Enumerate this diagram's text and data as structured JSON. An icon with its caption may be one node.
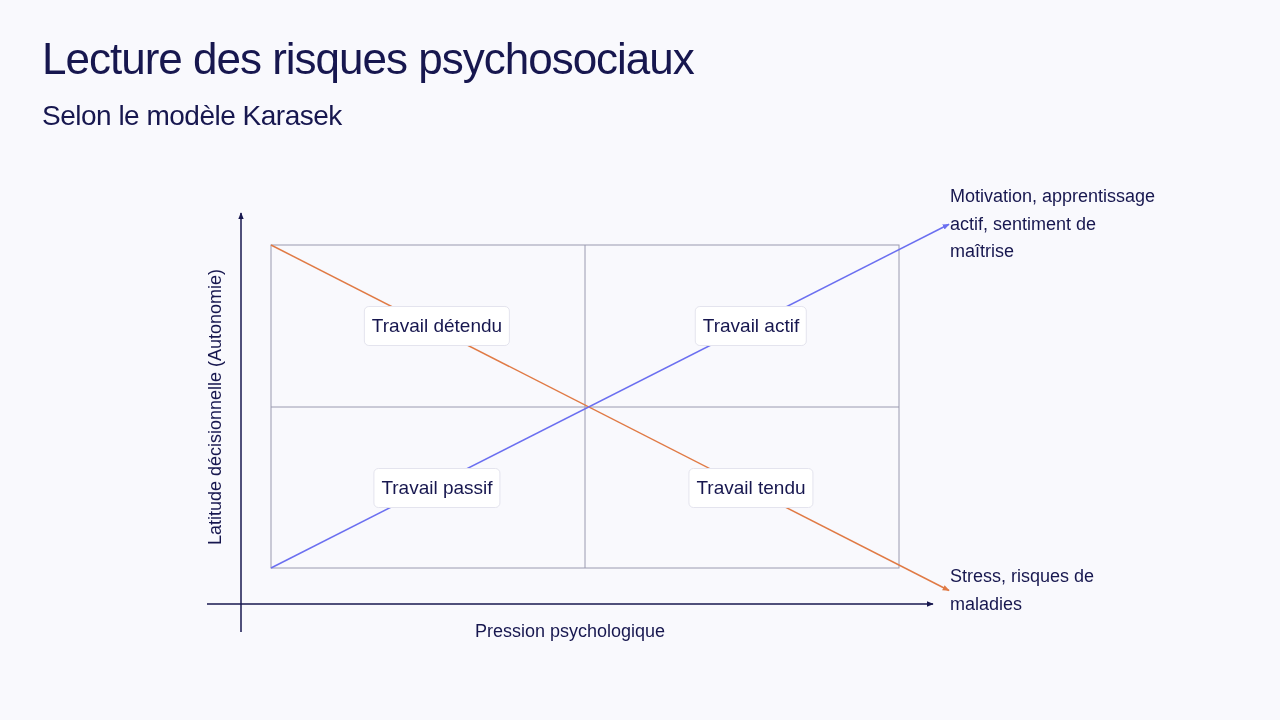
{
  "diagram": {
    "title": "Lecture des risques psychosociaux",
    "nodes": [
      {
        "text": [
          "Travail détendu"
        ]
      },
      {
        "text": [
          "Travail actif"
        ]
      },
      {
        "text": [
          "Travail passif"
        ]
      },
      {
        "text": [
          "Travail tendu"
        ]
      },
      {
        "text": [
          "Motivation, apprentissage actif, sentiment de maîtrise"
        ]
      },
      {
        "text": [
          "Stress, risques de maladies"
        ]
      }
    ],
    "edges": [
      {
        "from": null,
        "to": 4,
        "arrow": "to",
        "color": "#6b6ff0"
      },
      {
        "from": null,
        "to": 5,
        "arrow": "to",
        "color": "#e07a45"
      }
    ],
    "labels": [
      "Selon le modèle Karasek",
      "Latitude décisionnelle (Autonomie)",
      "Pression psychologique"
    ]
  }
}
